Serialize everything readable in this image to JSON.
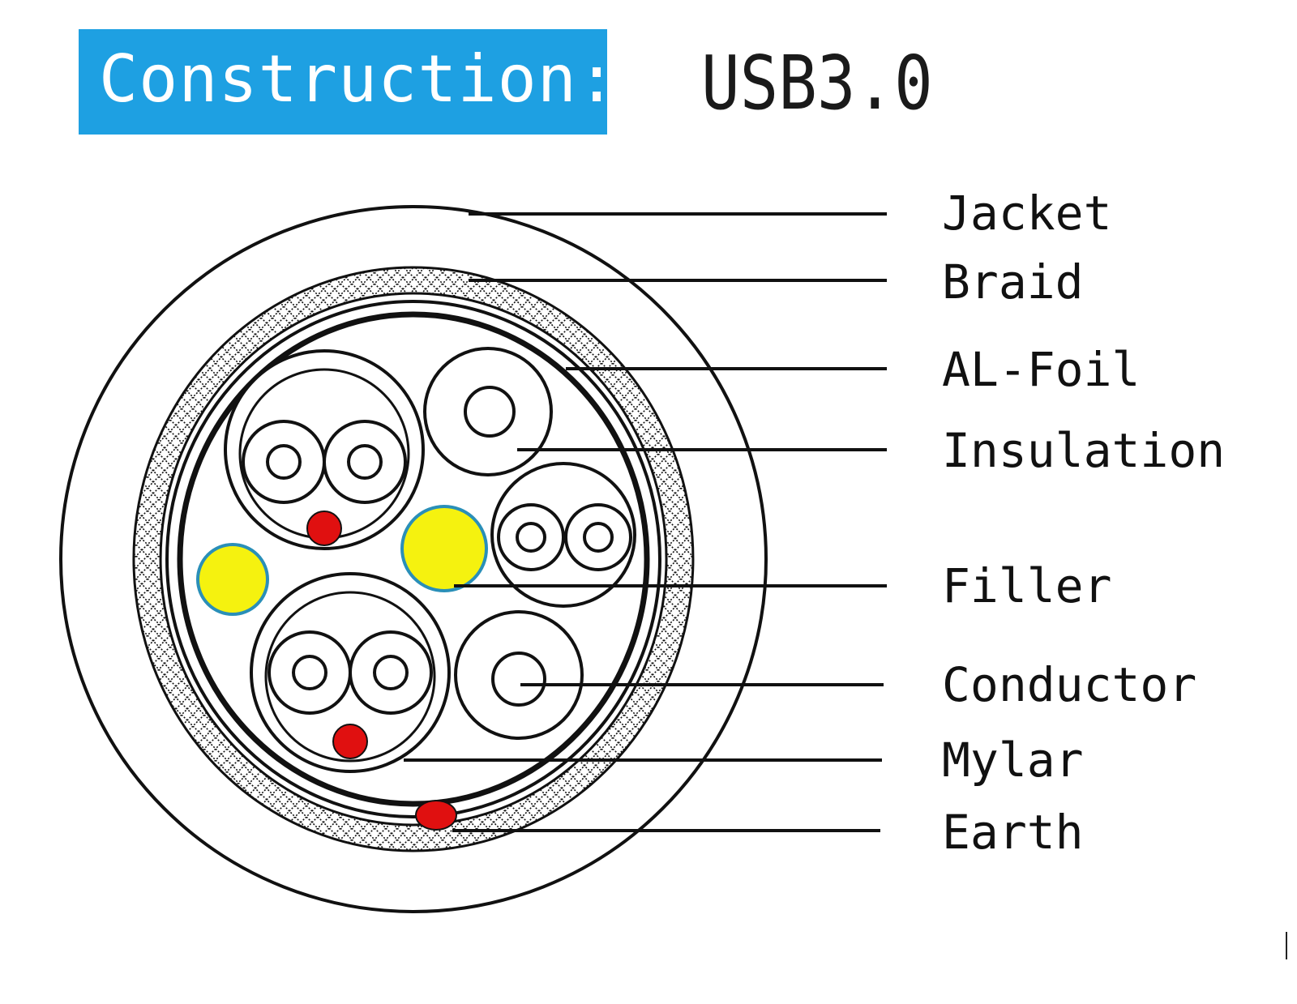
{
  "header": {
    "title": "Construction:",
    "model": "USB3.0",
    "title_bg_color": "#1ea0e2"
  },
  "legend": {
    "labels": [
      "Jacket",
      "Braid",
      "AL-Foil",
      "Insulation",
      "Filler",
      "Conductor",
      "Mylar",
      "Earth"
    ]
  },
  "colors": {
    "filler": "#f5f20f",
    "filler_outline": "#2a8fb8",
    "earth": "#e01010",
    "line": "#111111"
  }
}
